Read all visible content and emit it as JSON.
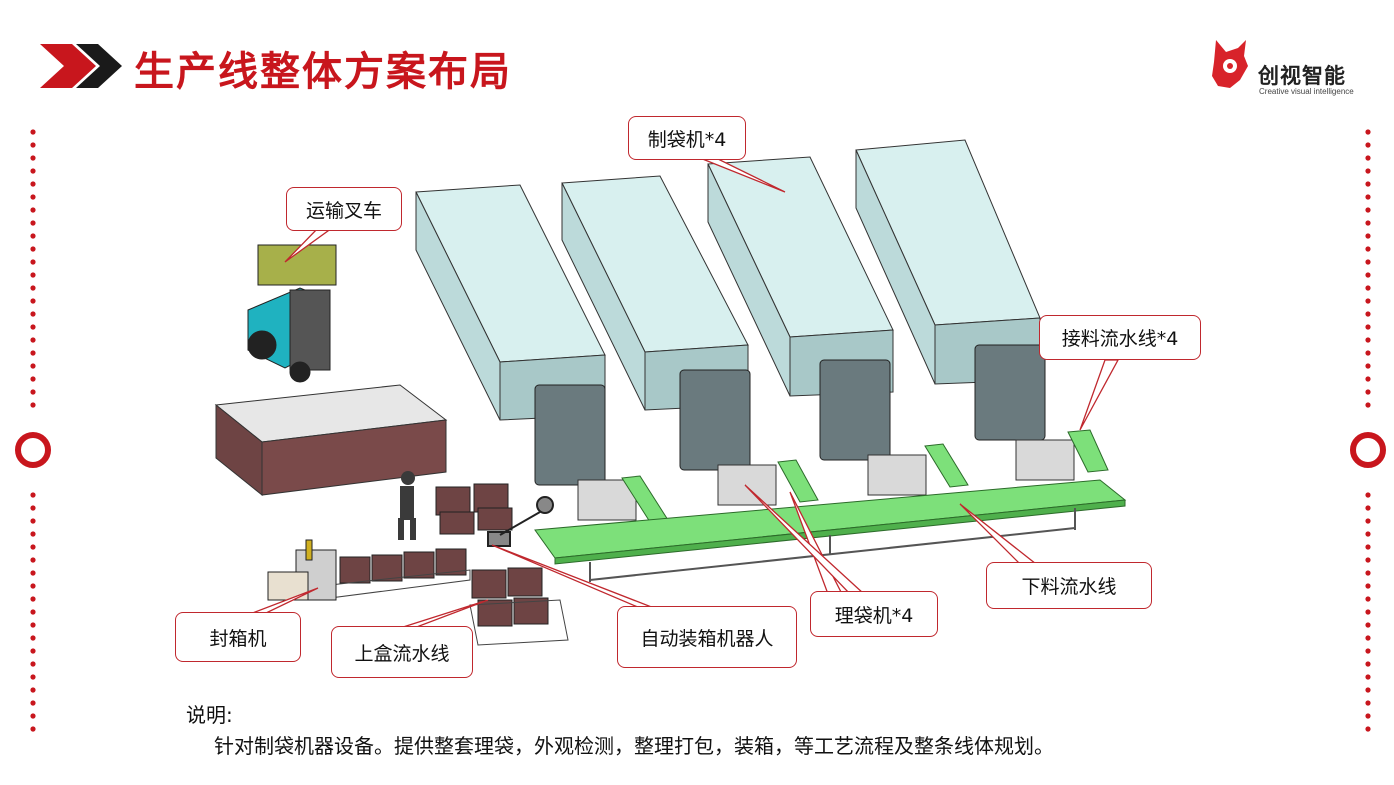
{
  "slide": {
    "title": "生产线整体方案布局"
  },
  "brand": {
    "name": "创视智能",
    "tagline": "Creative visual intelligence",
    "accent_color": "#c8161d"
  },
  "callouts": {
    "bag_machine": "制袋机*4",
    "forklift": "运输叉车",
    "receiving_line": "接料流水线*4",
    "unloading_line": "下料流水线",
    "bag_sorter": "理袋机*4",
    "boxing_robot": "自动装箱机器人",
    "sealing_machine": "封箱机",
    "box_feed_line": "上盒流水线"
  },
  "note": {
    "heading": "说明:",
    "body": "针对制袋机器设备。提供整套理袋，外观检测，整理打包，装箱，等工艺流程及整条线体规划。"
  },
  "colors": {
    "machine_face": "#d8f0ef",
    "machine_side": "#a8c8c8",
    "conveyor": "#7de07a",
    "carton": "#6e4444"
  }
}
